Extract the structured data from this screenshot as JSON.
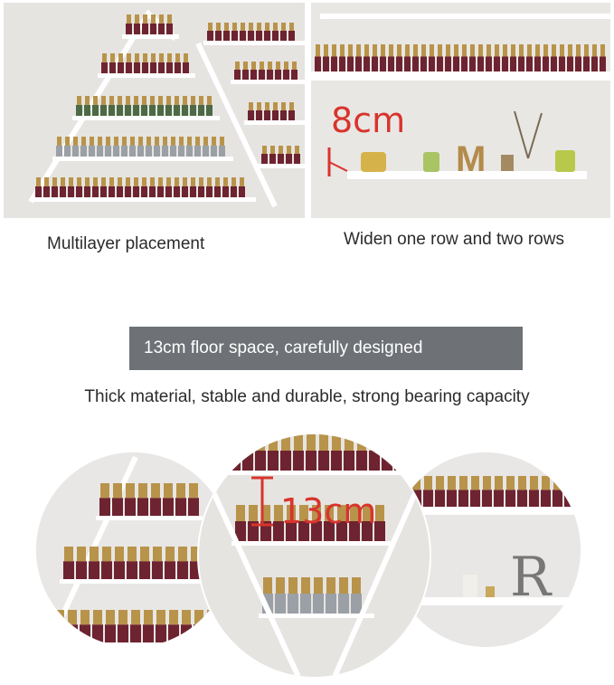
{
  "photos": {
    "left_caption": "Multilayer placement",
    "right_caption": "Widen one row and two rows",
    "right_dimension": "8cm"
  },
  "banner": {
    "text": "13cm floor space, carefully designed"
  },
  "subheading": {
    "text": "Thick material, stable and durable, strong bearing capacity"
  },
  "detail": {
    "center_dimension": "13cm",
    "letter_a": "M",
    "letter_b": "R"
  },
  "colors": {
    "shelf": "#ffffff",
    "wall": "#e8e6e4",
    "cap_gold": "#b8934a",
    "bottle_red": "#6e2330",
    "bottle_green": "#4c6a46",
    "bottle_grey": "#9aa0a6",
    "accent_red": "#d8342c",
    "banner_bg": "#6e7276"
  }
}
